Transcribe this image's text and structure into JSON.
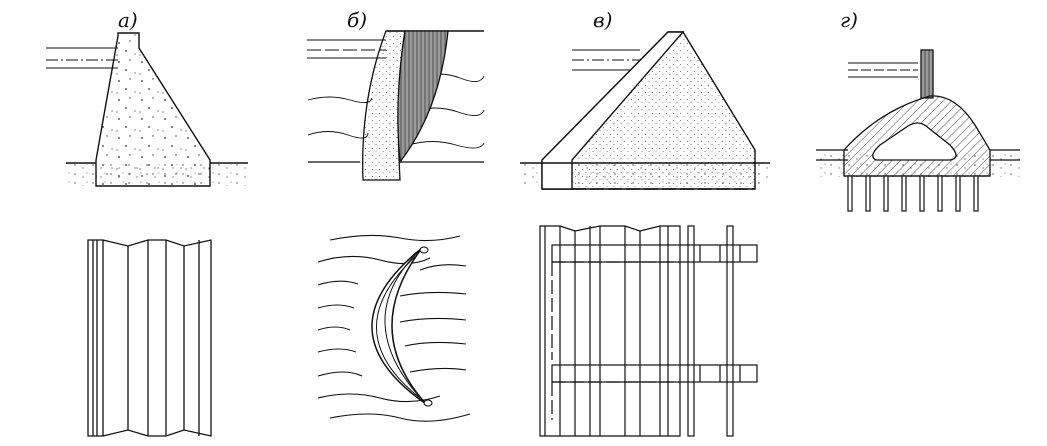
{
  "figure": {
    "panels": [
      {
        "key": "a",
        "label": "а)"
      },
      {
        "key": "b",
        "label": "б)"
      },
      {
        "key": "v",
        "label": "в)"
      },
      {
        "key": "g",
        "label": "г)"
      }
    ]
  }
}
